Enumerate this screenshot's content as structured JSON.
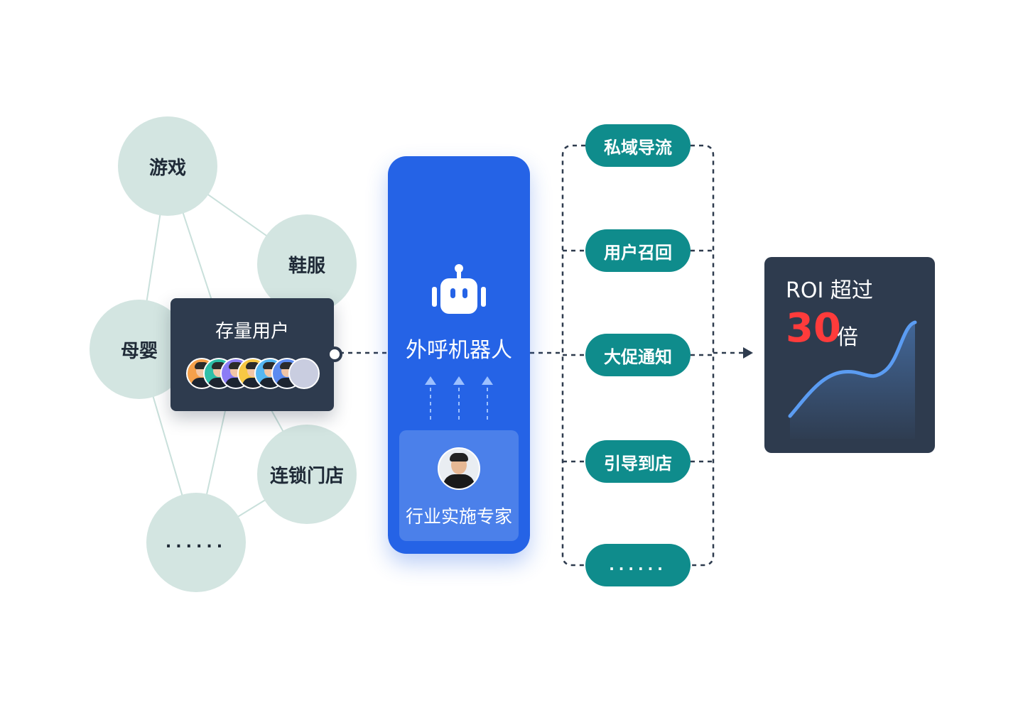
{
  "categories": {
    "game": "游戏",
    "shoes": "鞋服",
    "baby": "母婴",
    "chain": "连锁门店",
    "more": "......"
  },
  "users_card": {
    "title": "存量用户"
  },
  "robot": {
    "title": "外呼机器人",
    "expert_label": "行业实施专家"
  },
  "scenarios": [
    "私域导流",
    "用户召回",
    "大促通知",
    "引导到店",
    "......"
  ],
  "roi": {
    "title": "ROI 超过",
    "value": "30",
    "unit": "倍"
  },
  "colors": {
    "circle": "#d3e5e1",
    "card_dark": "#2e3b4e",
    "robot_blue": "#2563e6",
    "pill_teal": "#0f8c8c",
    "roi_red": "#ff3b3b",
    "chart_line": "#5b9cf2"
  },
  "avatar_colors": [
    "#f5a04a",
    "#2fbfa8",
    "#8b7cf6",
    "#f7c844",
    "#55b7f2",
    "#5c8bf0",
    "#c9cde0"
  ]
}
